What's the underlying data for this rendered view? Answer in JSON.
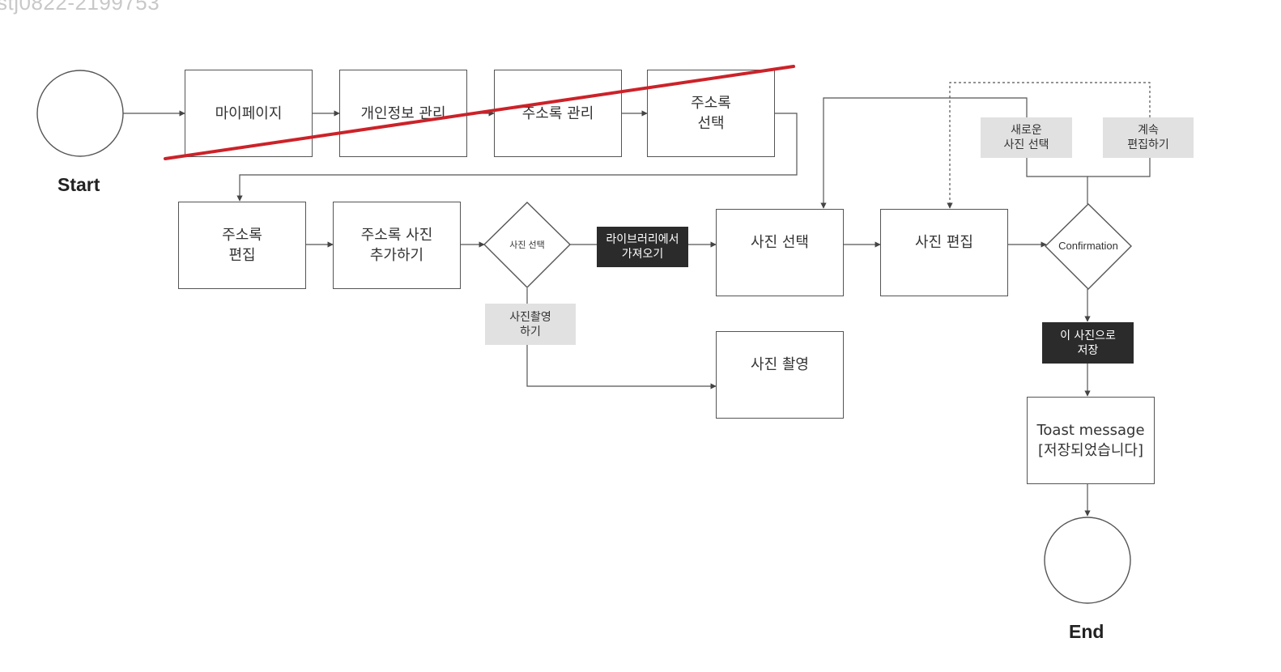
{
  "watermark": "stj0822-2199753",
  "terminals": {
    "start": "Start",
    "end": "End"
  },
  "steps": {
    "mypage": "마이페이지",
    "privacy": "개인정보 관리",
    "address_manage": "주소록 관리",
    "address_select": "주소록\n선택",
    "address_edit": "주소록\n편집",
    "add_photo": "주소록 사진\n추가하기",
    "photo_select": "사진 선택",
    "photo_edit": "사진 편집",
    "photo_take": "사진 촬영",
    "toast": "Toast message\n[저장되었습니다]"
  },
  "decisions": {
    "photo_choice": "사진 선택",
    "confirmation": "Confirmation"
  },
  "labels": {
    "from_library": "라이브러리에서\n가져오기",
    "take_photo": "사진촬영\n하기",
    "new_photo": "새로운\n사진 선택",
    "continue_edit": "계속\n편집하기",
    "save_photo": "이 사진으로\n저장"
  },
  "colors": {
    "line": "#555555",
    "strike": "#cc2229",
    "dark_tag": "#2b2b2b",
    "light_tag": "#e1e1e1"
  }
}
